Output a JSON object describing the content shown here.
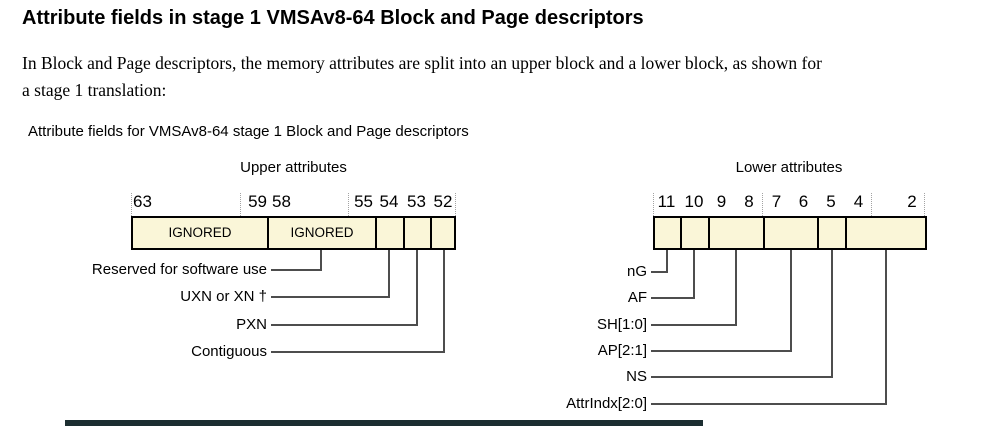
{
  "heading": "Attribute fields in stage 1 VMSAv8-64 Block and Page descriptors",
  "intro": {
    "line1": "In Block and Page descriptors, the memory attributes are split into an upper block and a lower block, as shown for",
    "line2": "a stage 1 translation:"
  },
  "caption": "Attribute fields for VMSAv8-64 stage 1 Block and Page descriptors",
  "colors": {
    "cell_fill": "#faf6d8",
    "box_border": "#000000",
    "connector_line": "#4d4d4d",
    "nibble_tick": "#a3a3a3",
    "bottom_bar": "#1c2e31"
  },
  "upper": {
    "title": "Upper attributes",
    "bits": [
      "63",
      "59",
      "58",
      "55",
      "54",
      "53",
      "52"
    ],
    "cells": [
      "IGNORED",
      "IGNORED",
      "",
      "",
      ""
    ],
    "fields": [
      "Reserved for software use",
      "UXN or XN †",
      "PXN",
      "Contiguous"
    ]
  },
  "lower": {
    "title": "Lower attributes",
    "bits": [
      "11",
      "10",
      "9",
      "8",
      "7",
      "6",
      "5",
      "4",
      "2"
    ],
    "fields": [
      "nG",
      "AF",
      "SH[1:0]",
      "AP[2:1]",
      "NS",
      "AttrIndx[2:0]"
    ]
  }
}
